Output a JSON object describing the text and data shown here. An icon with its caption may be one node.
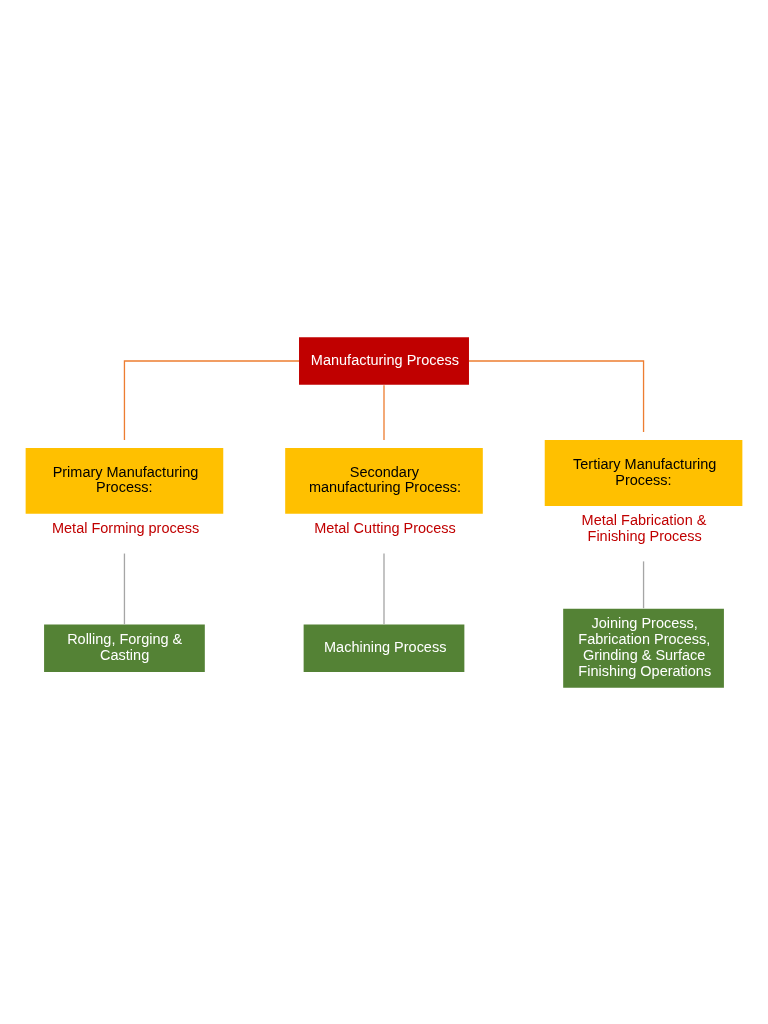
{
  "diagram": {
    "nodes": [
      {
        "text": [
          "Manufacturing Process"
        ]
      },
      {
        "text": [
          "Primary Manufacturing Process:"
        ],
        "beside": [
          "Metal Forming process"
        ]
      },
      {
        "text": [
          "Secondary manufacturing Process:"
        ],
        "beside": [
          "Metal Cutting Process"
        ]
      },
      {
        "text": [
          "Tertiary Manufacturing Process:"
        ],
        "beside": [
          "Metal Fabrication & Finishing Process"
        ]
      },
      {
        "text": [
          "Rolling, Forging & Casting"
        ]
      },
      {
        "text": [
          "Machining Process"
        ]
      },
      {
        "text": [
          "Joining Process, Fabrication Process, Grinding & Surface Finishing Operations"
        ]
      }
    ],
    "edges": [
      {
        "from": 0,
        "to": 1,
        "arrow": "none",
        "color": "#ed7d31"
      },
      {
        "from": 0,
        "to": 2,
        "arrow": "none",
        "color": "#ed7d31"
      },
      {
        "from": 0,
        "to": 3,
        "arrow": "none",
        "color": "#ed7d31"
      },
      {
        "from": 1,
        "to": 4,
        "arrow": "none",
        "color": "#a5a5a5"
      },
      {
        "from": 2,
        "to": 5,
        "arrow": "none",
        "color": "#a5a5a5"
      },
      {
        "from": 3,
        "to": 6,
        "arrow": "none",
        "color": "#a5a5a5"
      }
    ]
  }
}
